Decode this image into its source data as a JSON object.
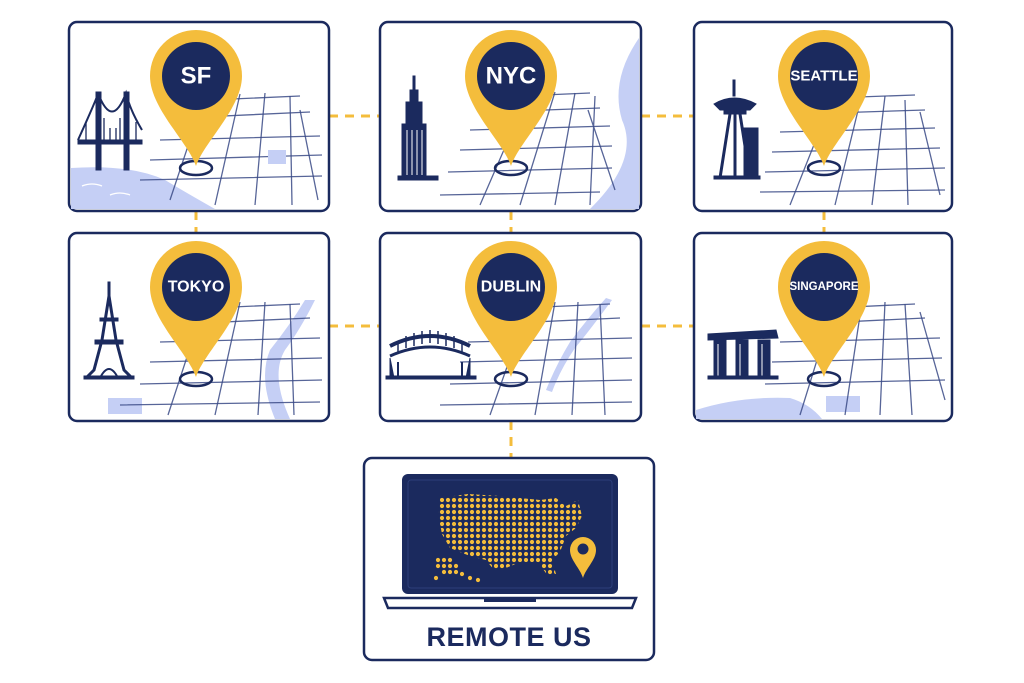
{
  "colors": {
    "navy": "#1b2a5e",
    "gold": "#f4bd3c",
    "water": "#c5cff5",
    "background": "#ffffff"
  },
  "locations": [
    {
      "id": "sf",
      "label": "SF",
      "landmark": "golden-gate-bridge-icon"
    },
    {
      "id": "nyc",
      "label": "NYC",
      "landmark": "empire-state-building-icon"
    },
    {
      "id": "seattle",
      "label": "SEATTLE",
      "landmark": "space-needle-icon"
    },
    {
      "id": "tokyo",
      "label": "TOKYO",
      "landmark": "eiffel-tower-icon"
    },
    {
      "id": "dublin",
      "label": "DUBLIN",
      "landmark": "arched-bridge-icon"
    },
    {
      "id": "singapore",
      "label": "SINGAPORE",
      "landmark": "marina-bay-sands-icon"
    }
  ],
  "remote": {
    "label": "REMOTE US",
    "icon": "laptop-us-map-icon"
  }
}
